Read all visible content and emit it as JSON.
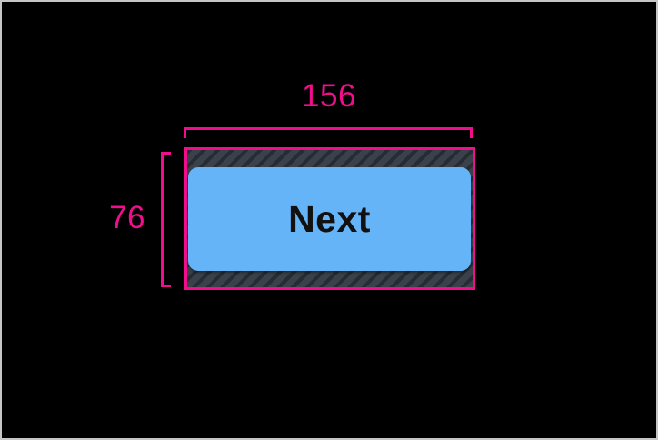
{
  "annotations": {
    "width_label": "156",
    "height_label": "76"
  },
  "button": {
    "label": "Next"
  },
  "colors": {
    "background": "#000000",
    "frame_border": "#c6c6c6",
    "accent_pink": "#f00e8c",
    "button_blue": "#64b4f7",
    "button_text": "#111111",
    "hatch_base": "#3a414a",
    "hatch_stripe": "#262c33"
  }
}
